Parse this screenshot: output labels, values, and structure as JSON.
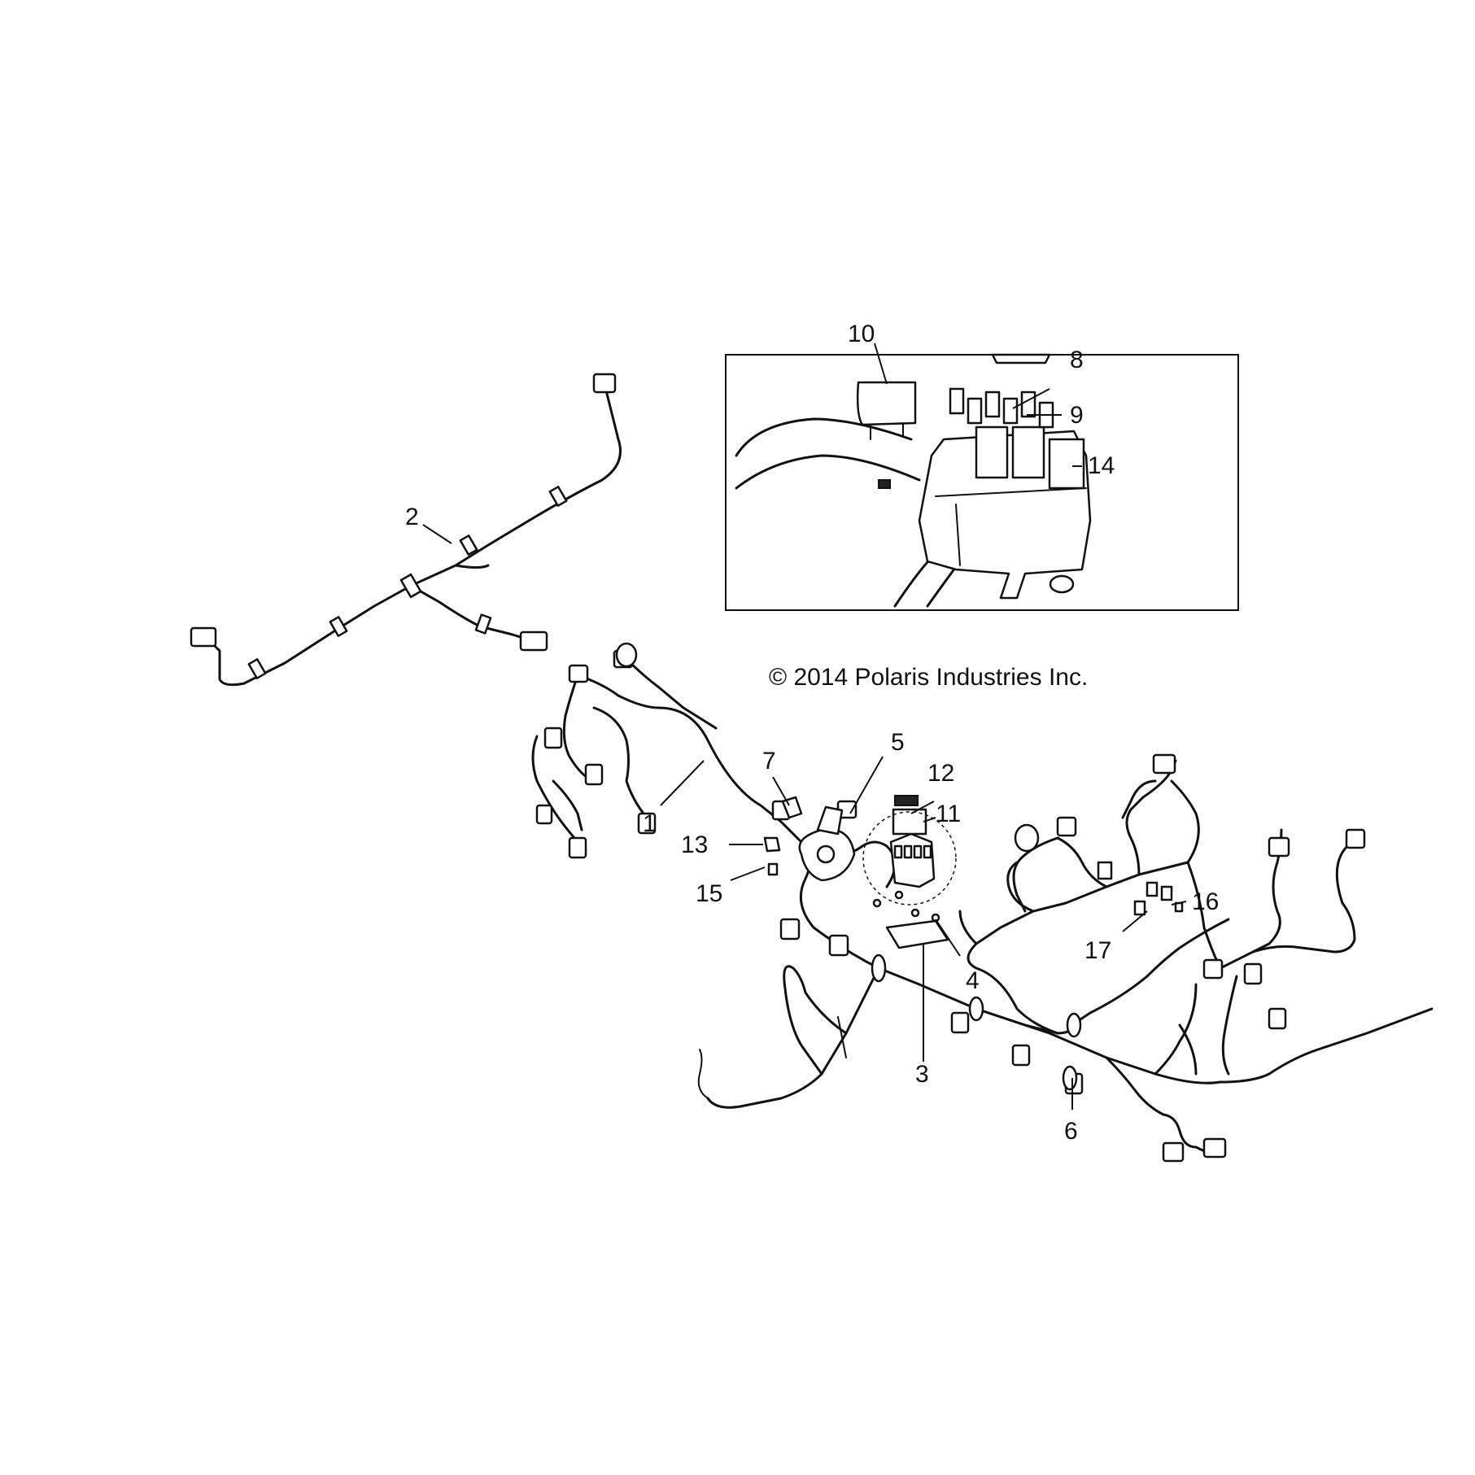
{
  "copyright": "© 2014 Polaris Industries Inc.",
  "callouts": {
    "c1": "1",
    "c2": "2",
    "c3": "3",
    "c4": "4",
    "c5": "5",
    "c6": "6",
    "c7": "7",
    "c8": "8",
    "c9": "9",
    "c10": "10",
    "c11": "11",
    "c12": "12",
    "c13": "13",
    "c14": "14",
    "c15": "15",
    "c16": "16",
    "c17": "17"
  }
}
